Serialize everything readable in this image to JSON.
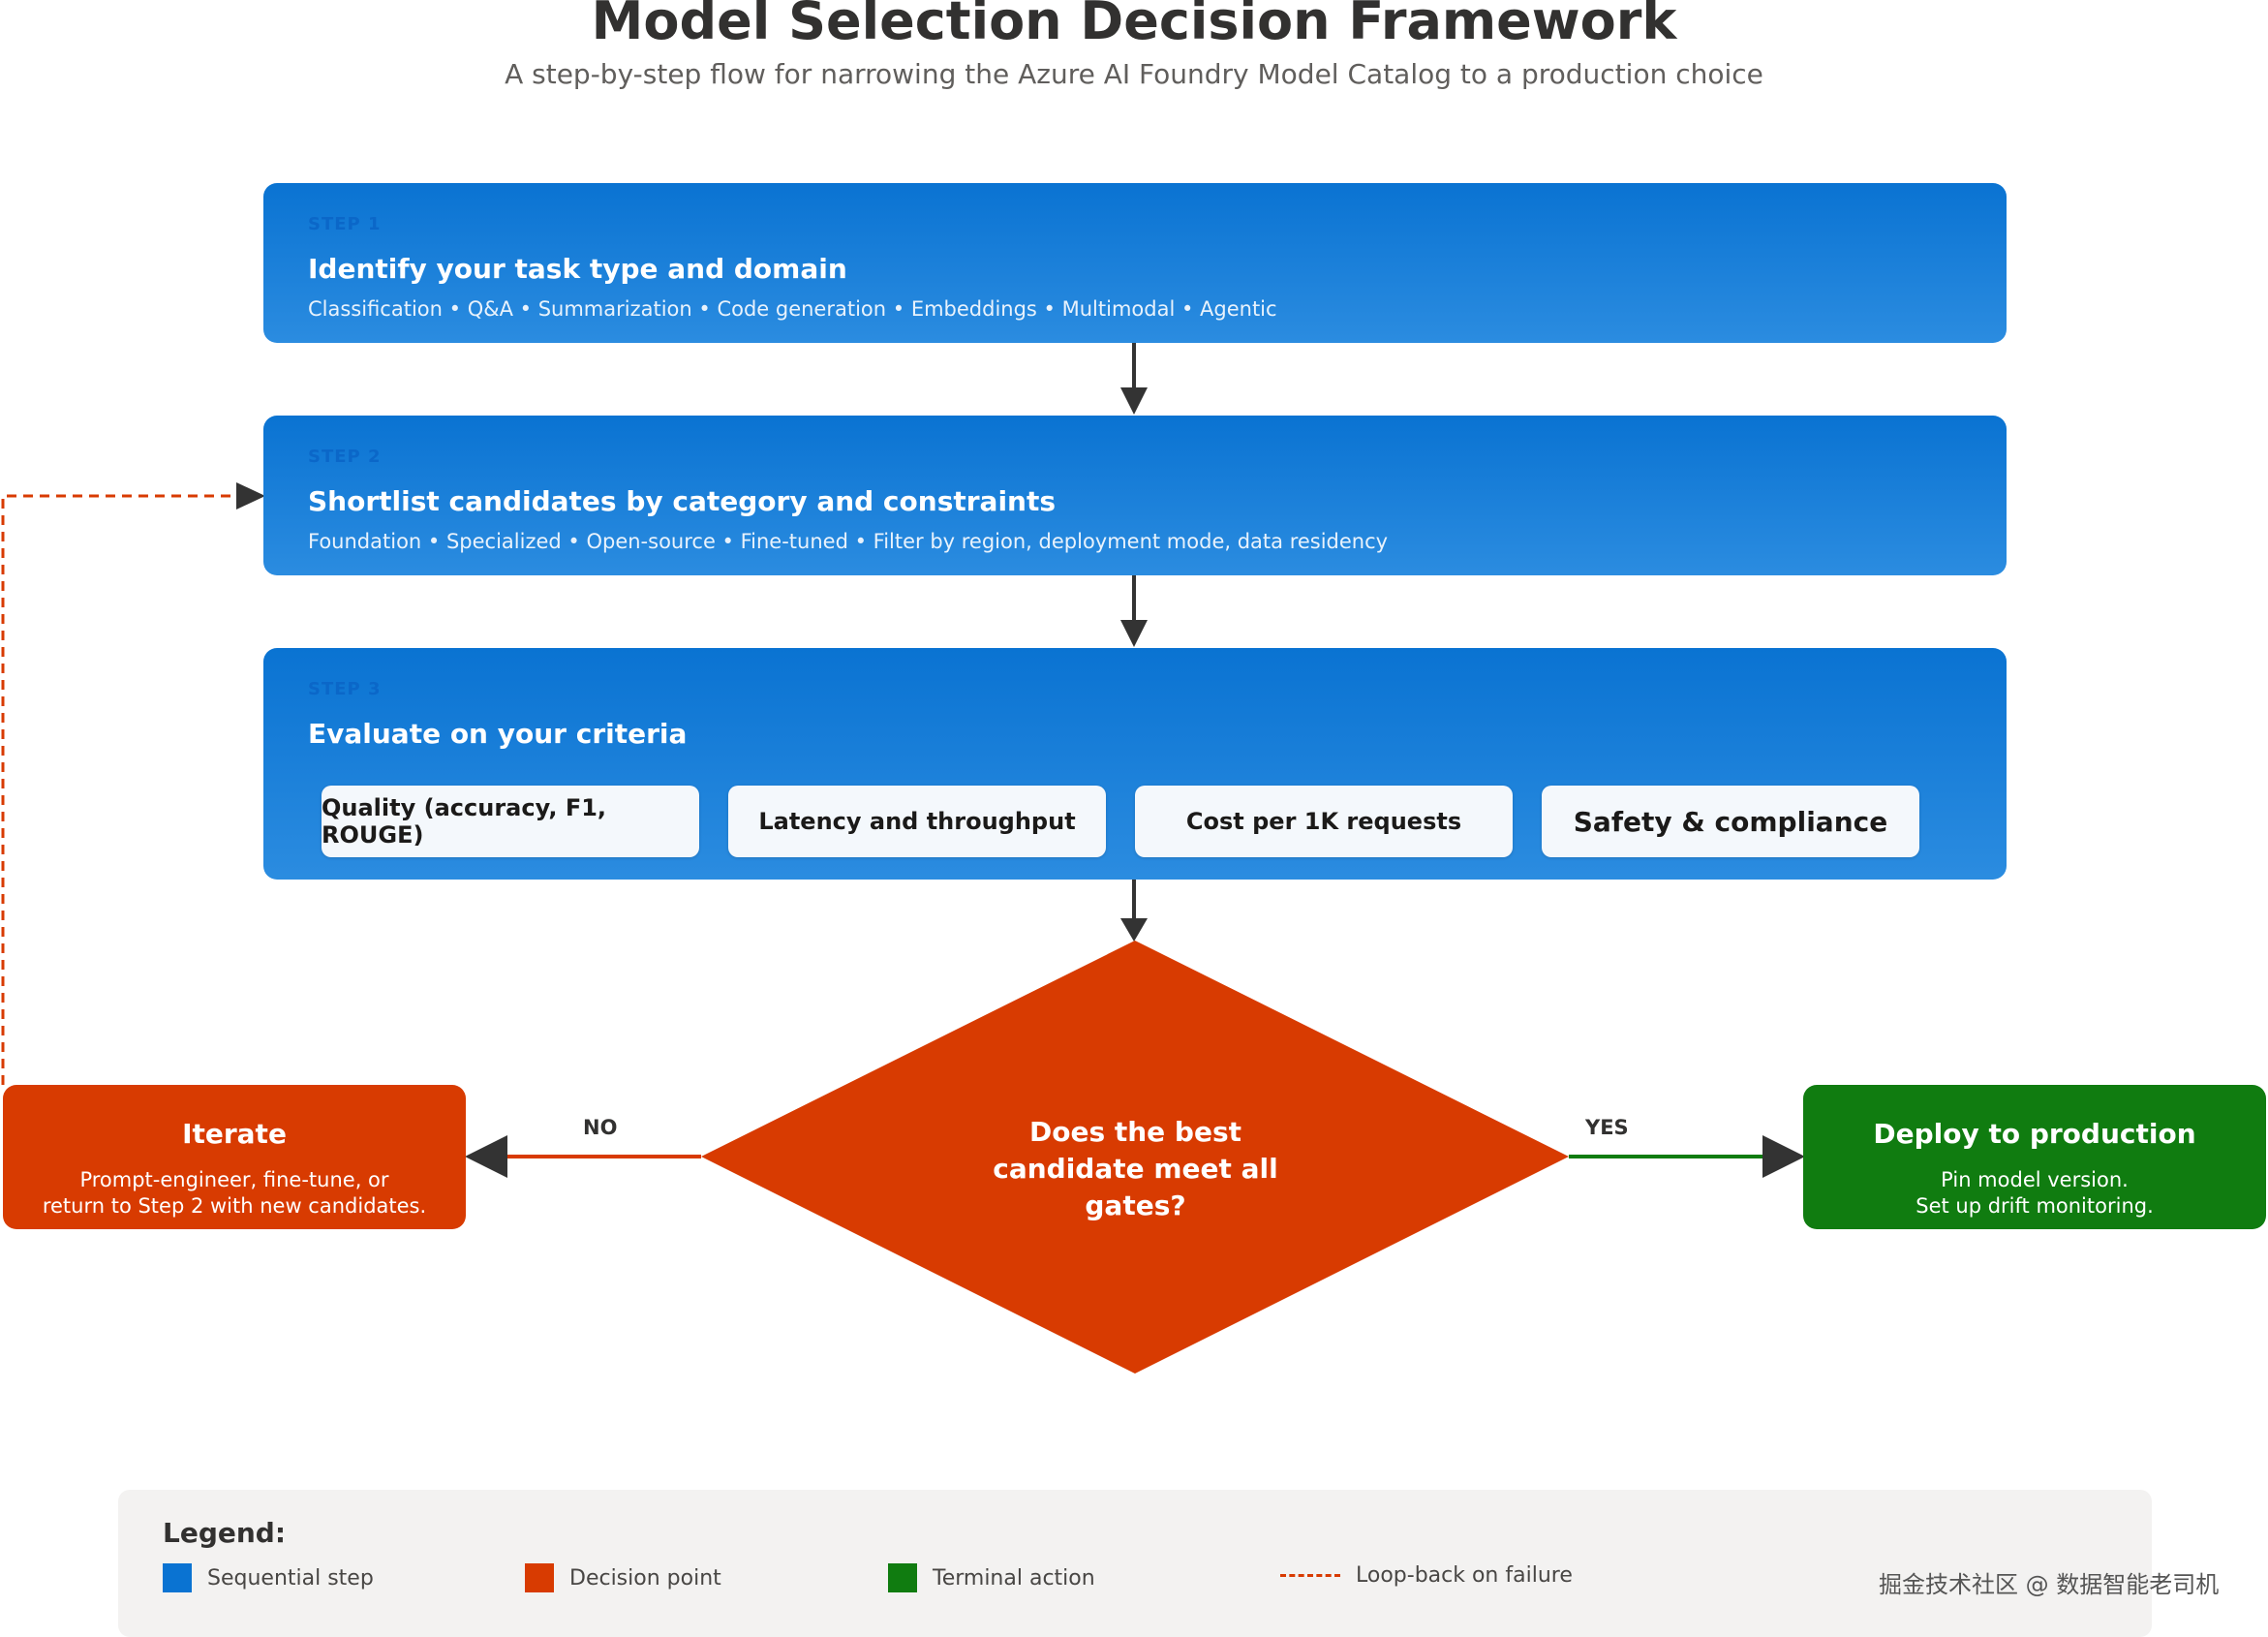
{
  "header": {
    "title": "Model Selection Decision Framework",
    "subtitle": "A step-by-step flow for narrowing the Azure AI Foundry Model Catalog to a production choice"
  },
  "steps": [
    {
      "label": "STEP 1",
      "title": "Identify your task type and domain",
      "description": "Classification • Q&A • Summarization • Code generation • Embeddings • Multimodal • Agentic"
    },
    {
      "label": "STEP 2",
      "title": "Shortlist candidates by category and constraints",
      "description": "Foundation • Specialized • Open-source • Fine-tuned • Filter by region, deployment mode, data residency"
    },
    {
      "label": "STEP 3",
      "title": "Evaluate on your criteria",
      "criteria": [
        "Quality (accuracy, F1, ROUGE)",
        "Latency and throughput",
        "Cost per 1K requests",
        "Safety & compliance"
      ]
    }
  ],
  "decision": {
    "question": "Does the best candidate meet all gates?",
    "no_label": "NO",
    "yes_label": "YES"
  },
  "iterate": {
    "title": "Iterate",
    "description_line1": "Prompt-engineer, fine-tune, or",
    "description_line2": "return to Step 2 with new candidates."
  },
  "deploy": {
    "title": "Deploy to production",
    "description_line1": "Pin model version.",
    "description_line2": "Set up drift monitoring."
  },
  "legend": {
    "title": "Legend:",
    "items": [
      {
        "label": "Sequential step",
        "color": "#0a73d2"
      },
      {
        "label": "Decision point",
        "color": "#d83b01"
      },
      {
        "label": "Terminal action",
        "color": "#107c10"
      },
      {
        "label": "Loop-back on failure",
        "color": "#d83b01"
      }
    ]
  },
  "watermark": "掘金技术社区 @ 数据智能老司机",
  "colors": {
    "step_blue": "#0a73d2",
    "decision_orange": "#d83b01",
    "terminal_green": "#107c10",
    "arrow_dark": "#333333"
  }
}
